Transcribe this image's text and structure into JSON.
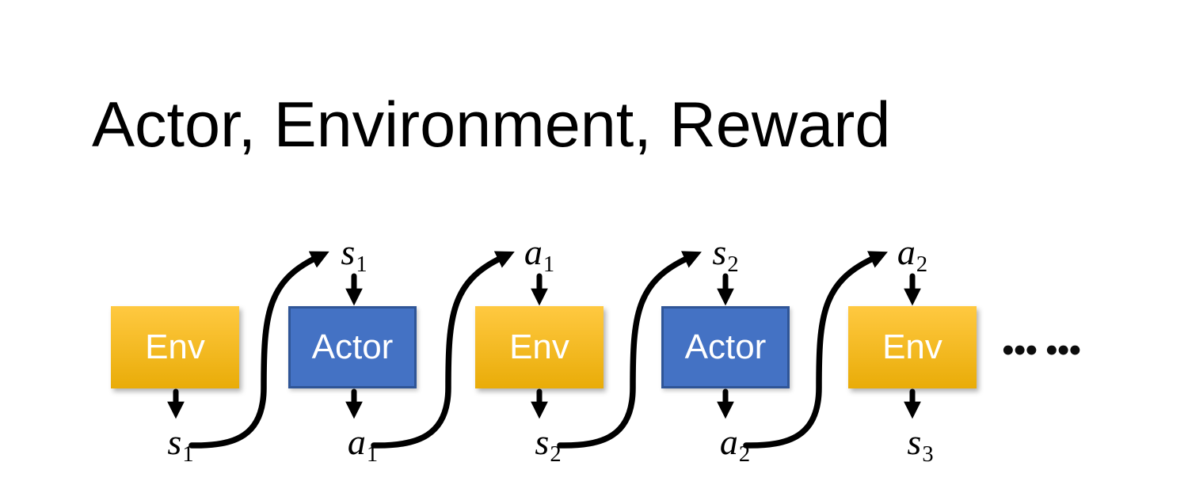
{
  "title": "Actor, Environment, Reward",
  "colors": {
    "env_gradient_top": "#FFC941",
    "env_gradient_bottom": "#E9AC08",
    "actor_fill": "#4472C4",
    "actor_border": "#2F5597",
    "arrow": "#000000",
    "background": "#FFFFFF",
    "title_color": "#000000"
  },
  "nodes": [
    {
      "box_label": "Env",
      "bottom_label": {
        "base": "s",
        "sub": "1"
      }
    },
    {
      "box_label": "Actor",
      "top_label": {
        "base": "s",
        "sub": "1"
      },
      "bottom_label": {
        "base": "a",
        "sub": "1"
      }
    },
    {
      "box_label": "Env",
      "top_label": {
        "base": "a",
        "sub": "1"
      },
      "bottom_label": {
        "base": "s",
        "sub": "2"
      }
    },
    {
      "box_label": "Actor",
      "top_label": {
        "base": "s",
        "sub": "2"
      },
      "bottom_label": {
        "base": "a",
        "sub": "2"
      }
    },
    {
      "box_label": "Env",
      "top_label": {
        "base": "a",
        "sub": "2"
      },
      "bottom_label": {
        "base": "s",
        "sub": "3"
      }
    }
  ],
  "ellipsis": "••• •••"
}
